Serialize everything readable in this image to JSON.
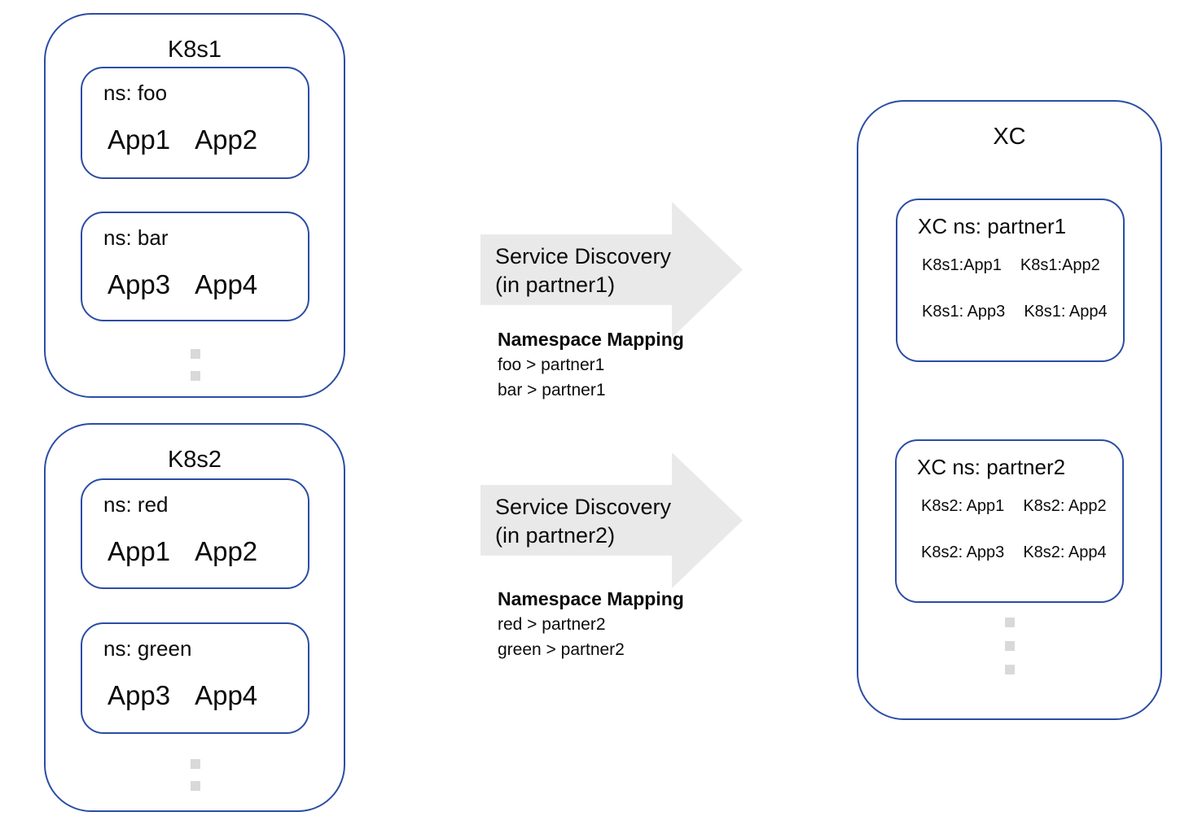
{
  "colors": {
    "outline_blue": "#2b4da4",
    "arrow_gray": "#e9e9e9",
    "dot_gray": "#d9d9d9",
    "text": "#0b0b0b",
    "background": "#ffffff"
  },
  "clusters": [
    {
      "title": "K8s1",
      "namespaces": [
        {
          "label": "ns: foo",
          "apps": [
            "App1",
            "App2"
          ]
        },
        {
          "label": "ns: bar",
          "apps": [
            "App3",
            "App4"
          ]
        }
      ]
    },
    {
      "title": "K8s2",
      "namespaces": [
        {
          "label": "ns: red",
          "apps": [
            "App1",
            "App2"
          ]
        },
        {
          "label": "ns: green",
          "apps": [
            "App3",
            "App4"
          ]
        }
      ]
    }
  ],
  "flows": [
    {
      "arrow_line1": "Service Discovery",
      "arrow_line2": "(in partner1)",
      "mapping_title": "Namespace Mapping",
      "mappings": [
        "foo > partner1",
        "bar > partner1"
      ]
    },
    {
      "arrow_line1": "Service Discovery",
      "arrow_line2": "(in partner2)",
      "mapping_title": "Namespace Mapping",
      "mappings": [
        "red > partner2",
        "green > partner2"
      ]
    }
  ],
  "xc": {
    "title": "XC",
    "namespaces": [
      {
        "label": "XC ns: partner1",
        "rows": [
          [
            "K8s1:App1",
            "K8s1:App2"
          ],
          [
            "K8s1: App3",
            "K8s1: App4"
          ]
        ]
      },
      {
        "label": "XC ns: partner2",
        "rows": [
          [
            "K8s2: App1",
            "K8s2: App2"
          ],
          [
            "K8s2: App3",
            "K8s2: App4"
          ]
        ]
      }
    ]
  }
}
